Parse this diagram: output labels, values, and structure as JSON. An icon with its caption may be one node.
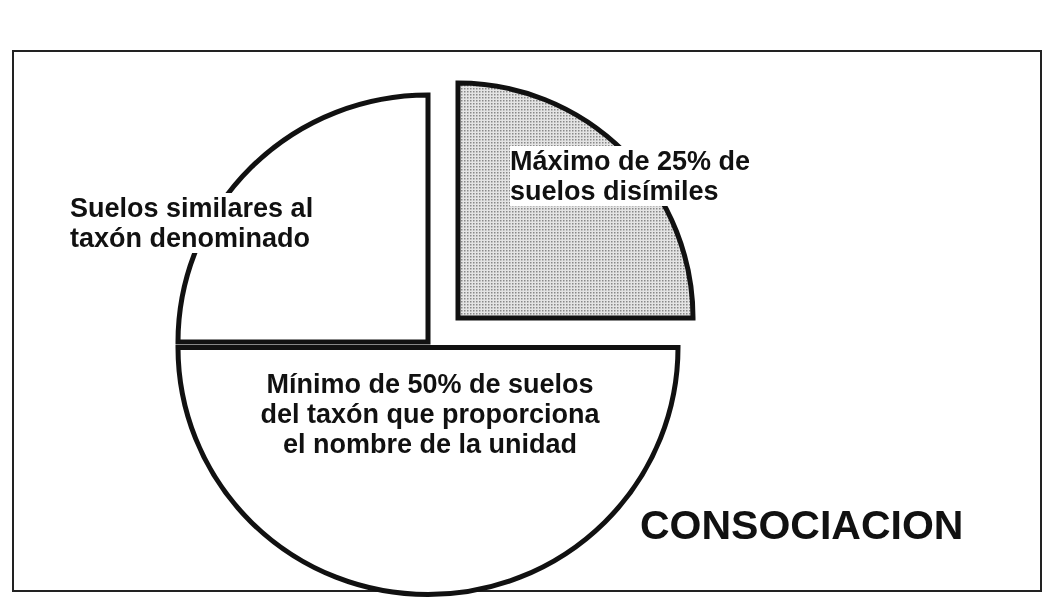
{
  "diagram": {
    "nodes": [
      {
        "text": [
          "Suelos similares al taxón denominado"
        ]
      },
      {
        "text": [
          "Máximo de 25% de suelos disímiles"
        ]
      },
      {
        "text": [
          "Mínimo de 50% de suelos del taxón que proporciona el nombre de la unidad"
        ]
      }
    ],
    "labels": [
      "CONSOCIACION"
    ]
  }
}
